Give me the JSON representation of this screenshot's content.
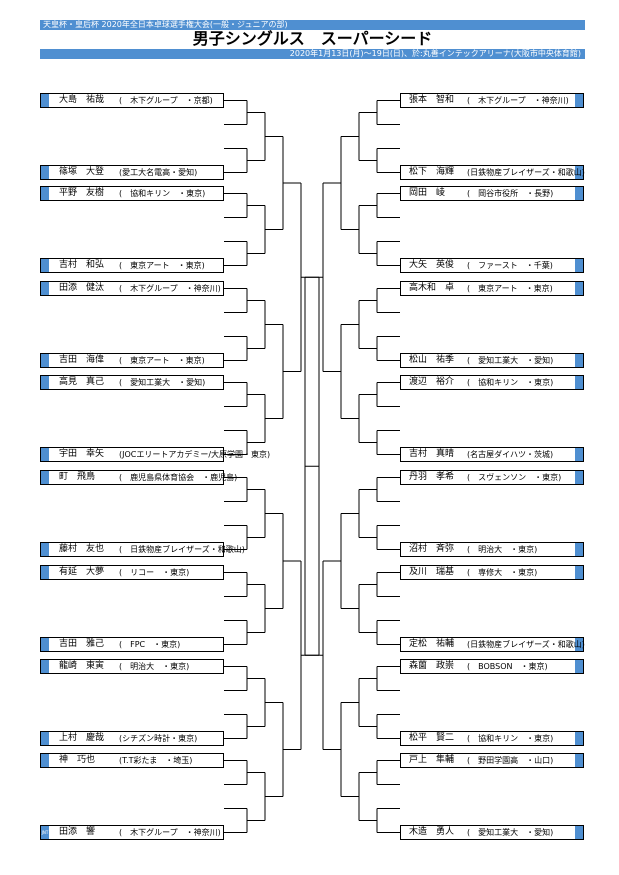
{
  "header": {
    "event": "天皇杯・皇后杯 2020年全日本卓球選手権大会(一般・ジュニアの部)",
    "title": "男子シングルス　スーパーシード",
    "date_venue": "2020年1月13日(月)～19日(日)、於:丸善インテックアリーナ(大阪市中央体育館)"
  },
  "left_players": [
    {
      "name": "大島　祐哉",
      "aff": "(　木下グループ　・京都)"
    },
    {
      "name": "篠塚　大登",
      "aff": "(愛工大名電高・愛知)"
    },
    {
      "name": "平野　友樹",
      "aff": "(　協和キリン　・東京)"
    },
    {
      "name": "吉村　和弘",
      "aff": "(　東京アート　・東京)"
    },
    {
      "name": "田添　健汰",
      "aff": "(　木下グループ　・神奈川)"
    },
    {
      "name": "吉田　海偉",
      "aff": "(　東京アート　・東京)"
    },
    {
      "name": "高見　真己",
      "aff": "(　愛知工業大　・愛知)"
    },
    {
      "name": "宇田　幸矢",
      "aff": "(JOCエリートアカデミー/大原学園・東京)"
    },
    {
      "name": "町　飛鳥",
      "aff": "(　鹿児島県体育協会　・鹿児島)"
    },
    {
      "name": "藤村　友也",
      "aff": "(　日鉄物産ブレイザーズ・和歌山)"
    },
    {
      "name": "有延　大夢",
      "aff": "(　リコー　・東京)"
    },
    {
      "name": "吉田　雅己",
      "aff": "(　FPC　・東京)"
    },
    {
      "name": "龍崎　東寅",
      "aff": "(　明治大　・東京)"
    },
    {
      "name": "上村　慶哉",
      "aff": "(シチズン時計・東京)"
    },
    {
      "name": "神　巧也",
      "aff": "(T.T彩たま　・埼玉)"
    },
    {
      "name": "田添　響",
      "aff": "(　木下グループ　・神奈川)",
      "tag": "JNT"
    }
  ],
  "right_players": [
    {
      "name": "張本　智和",
      "aff": "(　木下グループ　・神奈川)"
    },
    {
      "name": "松下　海輝",
      "aff": "(日鉄物産ブレイザーズ・和歌山)"
    },
    {
      "name": "岡田　崚",
      "aff": "(　岡谷市役所　・長野)"
    },
    {
      "name": "大矢　英俊",
      "aff": "(　ファースト　・千葉)"
    },
    {
      "name": "高木和　卓",
      "aff": "(　東京アート　・東京)"
    },
    {
      "name": "松山　祐季",
      "aff": "(　愛知工業大　・愛知)"
    },
    {
      "name": "渡辺　裕介",
      "aff": "(　協和キリン　・東京)"
    },
    {
      "name": "吉村　真晴",
      "aff": "(名古屋ダイハツ・茨城)"
    },
    {
      "name": "丹羽　孝希",
      "aff": "(　スヴェンソン　・東京)"
    },
    {
      "name": "沼村　斉弥",
      "aff": "(　明治大　・東京)"
    },
    {
      "name": "及川　瑞基",
      "aff": "(　専修大　・東京)"
    },
    {
      "name": "定松　祐輔",
      "aff": "(日鉄物産ブレイザーズ・和歌山)"
    },
    {
      "name": "森薗　政崇",
      "aff": "(　BOBSON　・東京)"
    },
    {
      "name": "松平　賢二",
      "aff": "(　協和キリン　・東京)"
    },
    {
      "name": "戸上　隼輔",
      "aff": "(　野田学園高　・山口)"
    },
    {
      "name": "木造　勇人",
      "aff": "(　愛知工業大　・愛知)"
    }
  ],
  "colors": {
    "accent": "#4f8fd1",
    "line": "#000000"
  }
}
